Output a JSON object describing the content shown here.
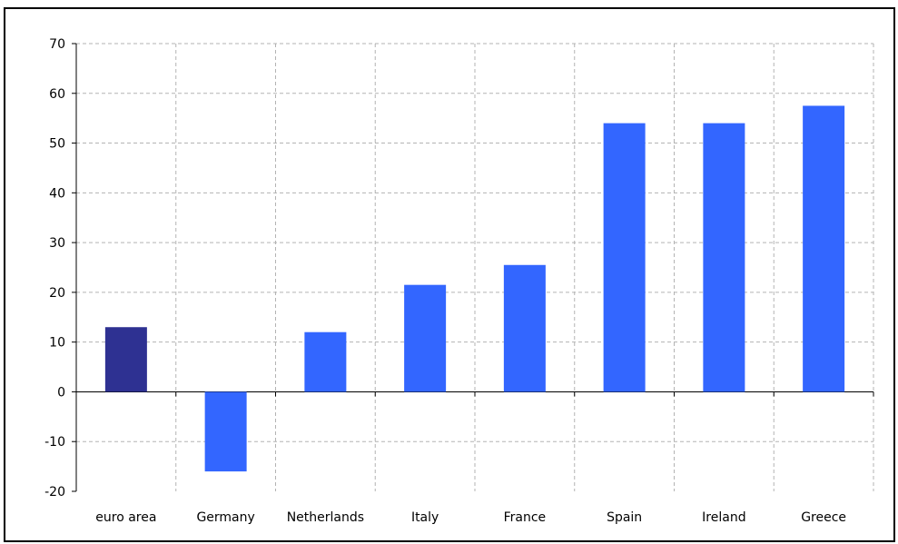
{
  "chart_data": {
    "type": "bar",
    "title": "",
    "xlabel": "",
    "ylabel": "",
    "categories": [
      "euro area",
      "Germany",
      "Netherlands",
      "Italy",
      "France",
      "Spain",
      "Ireland",
      "Greece"
    ],
    "values": [
      13,
      -16,
      12,
      21.5,
      25.5,
      54,
      54,
      57.5
    ],
    "ylim": [
      -20,
      70
    ],
    "yticks": [
      70,
      60,
      50,
      40,
      30,
      20,
      10,
      0,
      -10,
      -20
    ],
    "grid": true,
    "colors": {
      "highlight": "#2e3192",
      "default": "#3366ff",
      "grid": "#b3b3b3",
      "axis": "#000000"
    },
    "highlight_category": "euro area"
  }
}
